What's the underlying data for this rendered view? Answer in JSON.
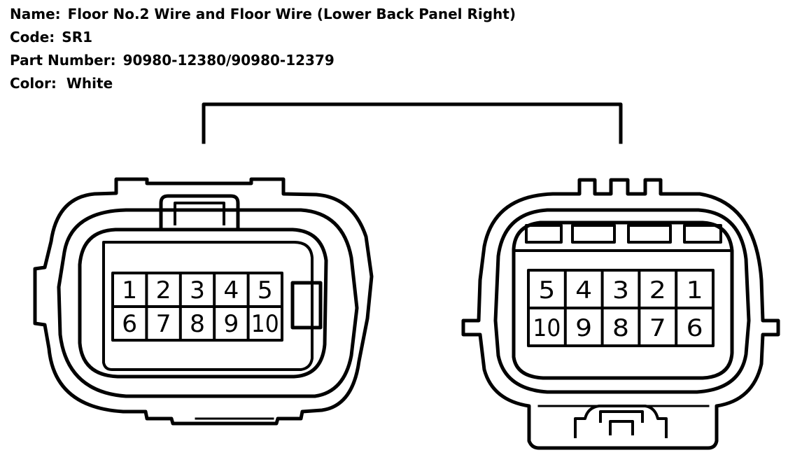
{
  "header": {
    "name_label": "Name:",
    "name_value": "Floor No.2 Wire and Floor Wire (Lower Back Panel Right)",
    "code_label": "Code:",
    "code_value": "SR1",
    "part_label": "Part Number:",
    "part_value": "90980-12380/90980-12379",
    "color_label": "Color:",
    "color_value": "White"
  },
  "connector_left": {
    "pins_top": [
      "1",
      "2",
      "3",
      "4",
      "5"
    ],
    "pins_bottom": [
      "6",
      "7",
      "8",
      "9",
      "10"
    ]
  },
  "connector_right": {
    "pins_top": [
      "5",
      "4",
      "3",
      "2",
      "1"
    ],
    "pins_bottom": [
      "10",
      "9",
      "8",
      "7",
      "6"
    ]
  },
  "colors": {
    "line": "#000000",
    "background": "#ffffff"
  }
}
